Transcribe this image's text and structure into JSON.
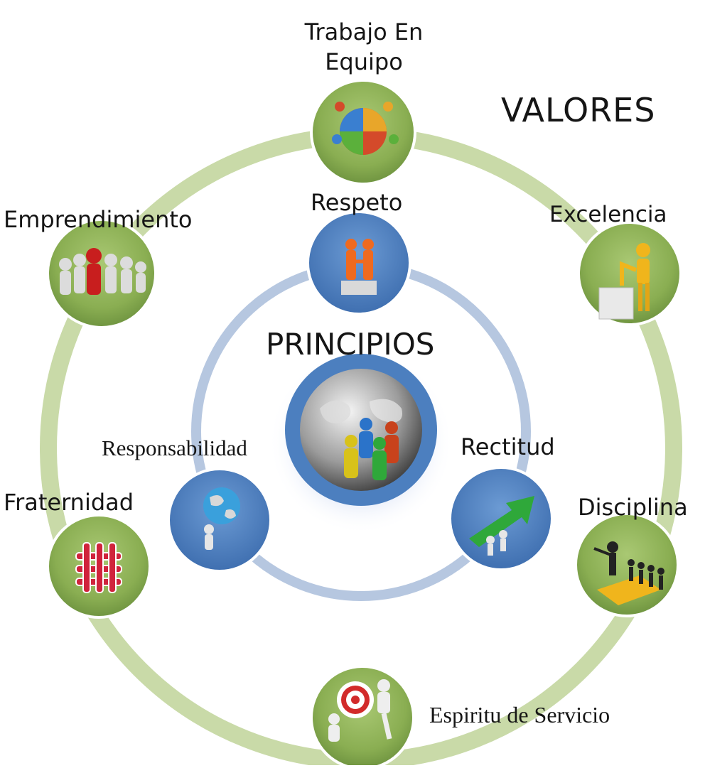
{
  "titles": {
    "valores": "VALORES",
    "principios": "PRINCIPIOS"
  },
  "valores": [
    {
      "id": "trabajo-en-equipo",
      "label_line1": "Trabajo En",
      "label_line2": "Equipo",
      "icon": "puzzle-team-icon"
    },
    {
      "id": "excelencia",
      "label": "Excelencia",
      "icon": "podium-figure-icon"
    },
    {
      "id": "disciplina",
      "label": "Disciplina",
      "icon": "leader-pointing-icon"
    },
    {
      "id": "espiritu-de-servicio",
      "label": "Espiritu de Servicio",
      "icon": "target-figures-icon"
    },
    {
      "id": "fraternidad",
      "label": "Fraternidad",
      "icon": "woven-knot-icon"
    },
    {
      "id": "emprendimiento",
      "label": "Emprendimiento",
      "icon": "red-leader-crowd-icon"
    }
  ],
  "principios": [
    {
      "id": "respeto",
      "label": "Respeto",
      "icon": "handshake-figures-icon"
    },
    {
      "id": "rectitud",
      "label": "Rectitud",
      "icon": "arrow-lift-icon"
    },
    {
      "id": "responsabilidad",
      "label": "Responsabilidad",
      "icon": "globe-carrier-icon"
    }
  ],
  "center": {
    "icon": "globe-people-icon"
  },
  "colors": {
    "outer_ring": "#c9daa8",
    "green_node": "#8aae52",
    "inner_ring": "#b6c7e0",
    "blue_node": "#4e80c0",
    "text": "#151515"
  }
}
